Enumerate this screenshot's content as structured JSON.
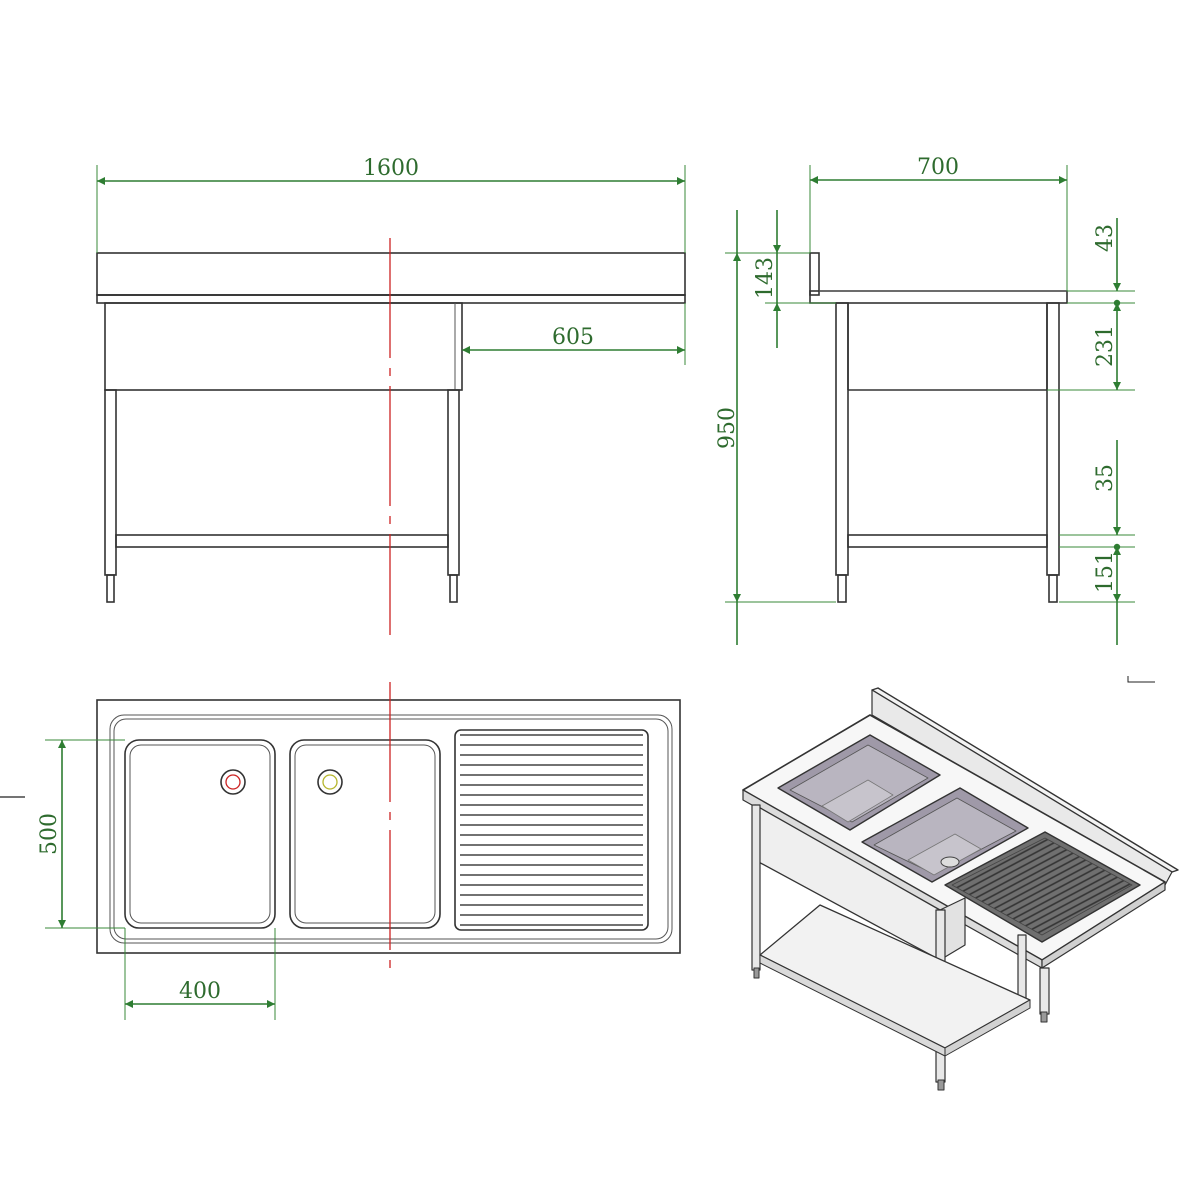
{
  "colors": {
    "dimension": "#2e7d32",
    "part": "#333333",
    "centerline": "#cc2222",
    "background": "#ffffff"
  },
  "front_view": {
    "overall_width": "1600",
    "sink_offset": "605"
  },
  "side_view": {
    "depth": "700",
    "total_height": "950",
    "backsplash_height": "143",
    "top_thickness": "43",
    "apron_height": "231",
    "shelf_gap": "35",
    "shelf_height": "151"
  },
  "top_view": {
    "bowl_depth": "500",
    "bowl_width": "400"
  },
  "iso_view": {
    "depicts": "isometric-sink-unit"
  }
}
